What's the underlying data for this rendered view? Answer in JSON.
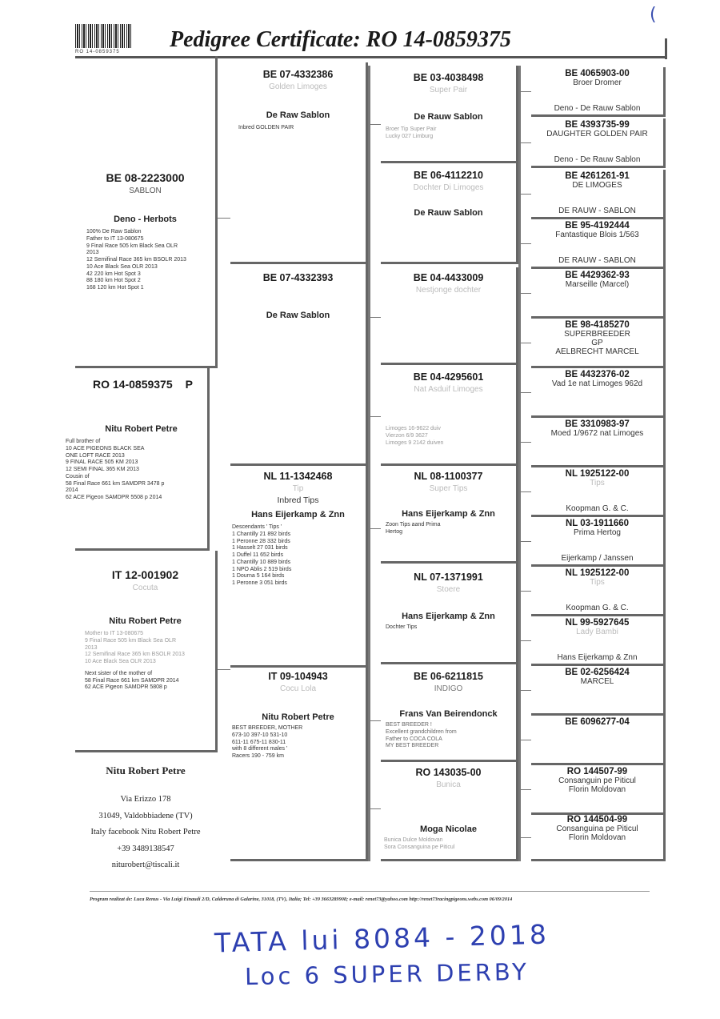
{
  "header": {
    "barcode_number": "RO 14-0859375",
    "title": "Pedigree Certificate: RO 14-0859375",
    "corner_mark": "("
  },
  "subject": {
    "reg": "RO 14-0859375",
    "sex": "P",
    "owner": "Nitu Robert Petre",
    "notes": "Full brother of\n10 ACE PIGEONS BLACK SEA\nONE LOFT RACE 2013\n9 FINAL RACE 505 KM 2013\n12 SEMI FINAL 365 KM 2013\nCousin of\n58 Final Race 661 km SAMDPR 3478 p\n2014\n62 ACE Pigeon SAMDPR 5508 p 2014"
  },
  "sire": {
    "reg": "BE 08-2223000",
    "name": "SABLON",
    "owner": "Deno - Herbots",
    "notes": "100% De Raw Sablon\nFather to IT 13-080675\n9 Final Race 505 km Black Sea OLR\n2013\n12 Semifinal Race 365 km BSOLR 2013\n10 Ace Black Sea OLR 2013\n42 220 km Hot Spot 3\n88 180 km Hot Spot 2\n168 120 km Hot Spot 1"
  },
  "dam": {
    "reg": "IT 12-001902",
    "name": "Cocuta",
    "owner": "Nitu Robert Petre",
    "notes": "Mother to IT 13-080675\n9 Final Race 505 km Black Sea OLR\n2013\n12 Semifinal Race 365 km BSOLR 2013\n10 Ace Black Sea OLR 2013",
    "notes2": "Next sister of the mother of\n58 Final Race 661 km SAMDPR 2014\n62 ACE Pigeon SAMDPR 5808 p"
  },
  "ss": {
    "reg": "BE 07-4332386",
    "name": "Golden Limoges",
    "owner": "De Raw Sablon",
    "notes": "Inbred GOLDEN PAIR"
  },
  "sd": {
    "reg": "BE 07-4332393",
    "owner": "De Raw Sablon"
  },
  "ds": {
    "reg": "NL 11-1342468",
    "name": "Tip",
    "name2": "Inbred Tips",
    "owner": "Hans Eijerkamp & Znn",
    "notes": "Descendants ' Tips '\n1 Chantilly 21 892 birds\n1 Peronne 28 332 birds\n1 Hasselt 27 031 birds\n1 Duffel 11 652 birds\n1 Chantilly 10 889 birds\n1 NPO Ablis 2 519 birds\n1 Dourna 5 164 birds\n1 Peronne 3 051 birds"
  },
  "dd": {
    "reg": "IT 09-104943",
    "name": "Cocu Lola",
    "owner": "Nitu Robert Petre",
    "notes": "BEST BREEDER, MOTHER\n673-10 397-10 531-10\n611-11 675-11 830-11\nwith 8 different males '\nRacers 190 - 759 km"
  },
  "sss": {
    "reg": "BE 03-4038498",
    "name": "Super Pair",
    "owner": "De Rauw Sablon",
    "notes": "Broer Tip Super Pair\nLucky 027 Limburg"
  },
  "ssd": {
    "reg": "BE 06-4112210",
    "name": "Dochter Di Limoges",
    "owner": "De Rauw Sablon"
  },
  "sds": {
    "reg": "BE 04-4433009",
    "name": "Nestjonge dochter"
  },
  "sdd": {
    "reg": "BE 04-4295601",
    "name": "Nat Asduif Limoges",
    "notes": "Limoges 16-9622 duiv\nVierzon 6/9 3627\nLimoges 9 2142 duiven"
  },
  "dss": {
    "reg": "NL 08-1100377",
    "name": "Super Tips",
    "owner": "Hans Eijerkamp & Znn",
    "notes": "Zoon Tips aand Prima\nHertog"
  },
  "dsd": {
    "reg": "NL 07-1371991",
    "name": "Stoere",
    "owner": "Hans Eijerkamp & Znn",
    "notes": "Dochter Tips"
  },
  "dds": {
    "reg": "BE 06-6211815",
    "name": "INDIGO",
    "owner": "Frans Van Beirendonck",
    "notes": "BEST BREEDER !\nExcellent grandchildren from\nFather to COCA COLA\nMY BEST BREEDER"
  },
  "ddd": {
    "reg": "RO 143035-00",
    "name": "Bunica",
    "owner": "Moga Nicolae",
    "notes": "Bunica Dulce Moldovan\nSora Consanguina pe Piticul"
  },
  "g4": [
    {
      "reg": "BE 4065903-00",
      "line1": "Broer Dromer",
      "line1_faint": false,
      "bottom": "Deno - De Rauw Sablon"
    },
    {
      "reg": "BE 4393735-99",
      "line1": "DAUGHTER GOLDEN PAIR",
      "line1_faint": false,
      "bottom": "Deno - De Rauw Sablon"
    },
    {
      "reg": "BE 4261261-91",
      "line1": "DE LIMOGES",
      "line1_faint": false,
      "bottom": "DE RAUW - SABLON"
    },
    {
      "reg": "BE 95-4192444",
      "line1": "Fantastique Blois 1/563",
      "line1_faint": false,
      "bottom": "DE RAUW - SABLON"
    },
    {
      "reg": "BE 4429362-93",
      "line1": "Marseille (Marcel)",
      "line1_faint": false,
      "bottom": ""
    },
    {
      "reg": "BE 98-4185270",
      "line1": "SUPERBREEDER",
      "line2": "GP",
      "line3": "AELBRECHT MARCEL",
      "line1_faint": false,
      "bottom": ""
    },
    {
      "reg": "BE 4432376-02",
      "line1": "Vad 1e nat Limoges 962d",
      "line1_faint": false,
      "bottom": ""
    },
    {
      "reg": "BE 3310983-97",
      "line1": "Moed 1/9672 nat Limoges",
      "line1_faint": false,
      "bottom": ""
    },
    {
      "reg": "NL 1925122-00",
      "line1": "Tips",
      "line1_faint": true,
      "bottom": "Koopman G. & C."
    },
    {
      "reg": "NL 03-1911660",
      "line1": "Prima Hertog",
      "line1_faint": false,
      "bottom": "Eijerkamp / Janssen"
    },
    {
      "reg": "NL 1925122-00",
      "line1": "Tips",
      "line1_faint": true,
      "bottom": "Koopman G. & C."
    },
    {
      "reg": "NL 99-5927645",
      "line1": "Lady Bambi",
      "line1_faint": true,
      "bottom": "Hans Eijerkamp & Znn"
    },
    {
      "reg": "BE 02-6256424",
      "line1": "MARCEL",
      "line1_faint": false,
      "bottom": ""
    },
    {
      "reg": "BE 6096277-04",
      "line1": "",
      "line1_faint": false,
      "bottom": ""
    },
    {
      "reg": "RO 144507-99",
      "line1": "Consanguin pe Piticul",
      "line2": "Florin Moldovan",
      "line1_faint": false,
      "bottom": ""
    },
    {
      "reg": "RO 144504-99",
      "line1": "Consanguina pe Piticul",
      "line2": "Florin Moldovan",
      "line1_faint": false,
      "bottom": ""
    }
  ],
  "owner_contact": {
    "name": "Nitu Robert Petre",
    "address": "Via Erizzo 178",
    "city": "31049, Valdobbiadene (TV)",
    "social": "Italy  facebook Nitu Robert Petre",
    "phone": "+39 3489138547",
    "email": "niturobert@tiscali.it"
  },
  "footer": "Program realizat de: Luca Renus - Via Luigi Einaudi 2/D, Calderuna di Galarine, 31018, (TV), Italia; Tel: +39 3663289908; e-mail: renet73@yahoo.com http://renet73racingpigeons.webs.com  06/09/2014",
  "handwriting": {
    "line1": "TATA lui 8084 - 2018",
    "line2": "Loc 6 SUPER DERBY"
  }
}
